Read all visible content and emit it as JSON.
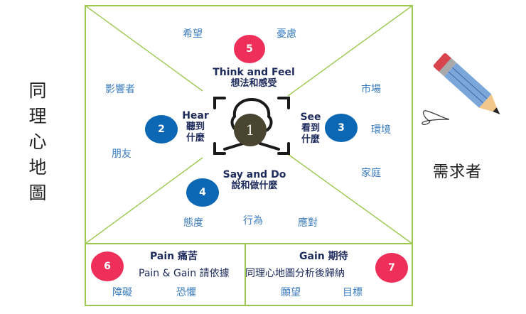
{
  "title_vertical": [
    "同",
    "理",
    "心",
    "地",
    "圖"
  ],
  "persona_label": "需求者",
  "colors": {
    "frame_green": "#9cc850",
    "blue_circle": "#0c67b4",
    "pink_circle": "#ee2f5a",
    "center_circle": "#4a4530",
    "keyword_blue": "#3a7cc0",
    "label_navy": "#1d2a5c"
  },
  "center": {
    "number": "1",
    "icon": "user-head-focus-icon"
  },
  "sections": {
    "think_feel": {
      "number": "5",
      "label_en": "Think and Feel",
      "label_zh": "想法和感受",
      "keywords": [
        "希望",
        "憂慮"
      ]
    },
    "hear": {
      "number": "2",
      "label_en": "Hear",
      "label_zh_1": "聽到",
      "label_zh_2": "什麼",
      "keywords": [
        "影響者",
        "朋友"
      ]
    },
    "see": {
      "number": "3",
      "label_en": "See",
      "label_zh_1": "看到",
      "label_zh_2": "什麼",
      "keywords": [
        "市場",
        "環境",
        "家庭"
      ]
    },
    "say_do": {
      "number": "4",
      "label_en": "Say and Do",
      "label_zh": "說和做什麼",
      "keywords": [
        "態度",
        "行為",
        "應對"
      ]
    },
    "pain": {
      "number": "6",
      "heading": "Pain 痛苦",
      "note": "Pain & Gain 請依據",
      "keywords": [
        "障礙",
        "恐懼"
      ]
    },
    "gain": {
      "number": "7",
      "heading": "Gain 期待",
      "note": "同理心地圖分析後歸納",
      "keywords": [
        "願望",
        "目標"
      ]
    }
  },
  "decoration": {
    "pencil": "pencil-icon"
  }
}
